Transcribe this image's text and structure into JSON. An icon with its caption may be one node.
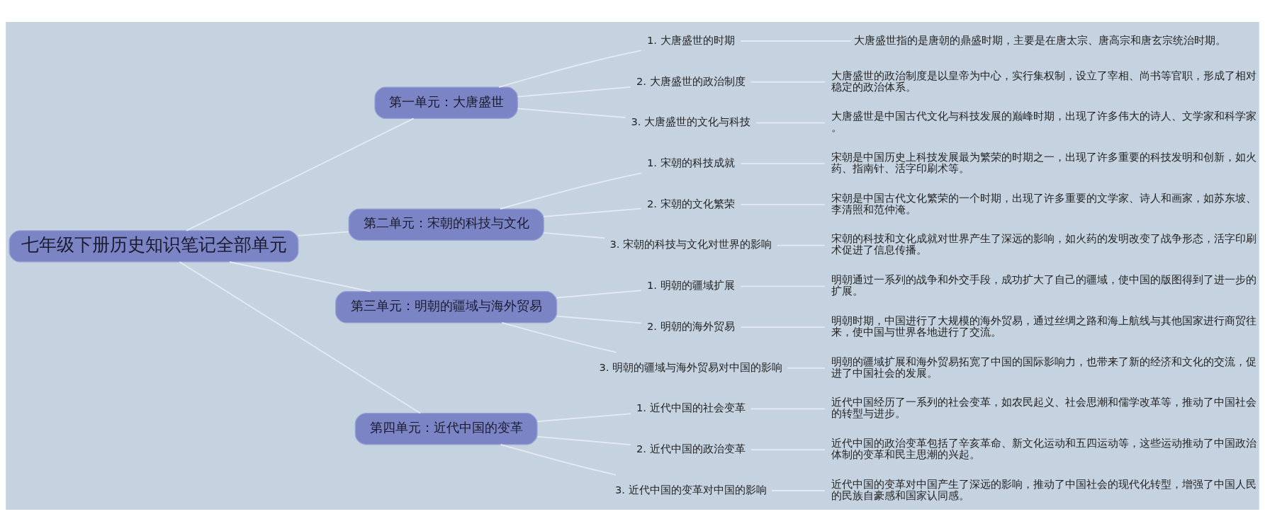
{
  "diagram": {
    "nodes": [
      {
        "text": [
          "七年级下册历史知识笔记全部单元"
        ]
      },
      {
        "text": [
          "第一单元：大唐盛世"
        ]
      },
      {
        "text": [
          "1. 大唐盛世的时期"
        ]
      },
      {
        "text": [
          "大唐盛世指的是唐朝的鼎盛时期，主要是在唐太宗、唐高宗和唐玄宗统治时期。"
        ]
      },
      {
        "text": [
          "2. 大唐盛世的政治制度"
        ]
      },
      {
        "text": [
          "大唐盛世的政治制度是以皇帝为中心，实行集权制，设立了宰相、尚书等官职，形成了相对稳定的政治体系。"
        ]
      },
      {
        "text": [
          "3. 大唐盛世的文化与科技"
        ]
      },
      {
        "text": [
          "大唐盛世是中国古代文化与科技发展的巅峰时期，出现了许多伟大的诗人、文学家和科学家。"
        ]
      },
      {
        "text": [
          "第二单元：宋朝的科技与文化"
        ]
      },
      {
        "text": [
          "1. 宋朝的科技成就"
        ]
      },
      {
        "text": [
          "宋朝是中国历史上科技发展最为繁荣的时期之一，出现了许多重要的科技发明和创新，如火药、指南针、活字印刷术等。"
        ]
      },
      {
        "text": [
          "2. 宋朝的文化繁荣"
        ]
      },
      {
        "text": [
          "宋朝是中国古代文化繁荣的一个时期，出现了许多重要的文学家、诗人和画家，如苏东坡、李清照和范仲淹。"
        ]
      },
      {
        "text": [
          "3. 宋朝的科技与文化对世界的影响"
        ]
      },
      {
        "text": [
          "宋朝的科技和文化成就对世界产生了深远的影响，如火药的发明改变了战争形态，活字印刷术促进了信息传播。"
        ]
      },
      {
        "text": [
          "第三单元：明朝的疆域与海外贸易"
        ]
      },
      {
        "text": [
          "1. 明朝的疆域扩展"
        ]
      },
      {
        "text": [
          "明朝通过一系列的战争和外交手段，成功扩大了自己的疆域，使中国的版图得到了进一步的扩展。"
        ]
      },
      {
        "text": [
          "2. 明朝的海外贸易"
        ]
      },
      {
        "text": [
          "明朝时期，中国进行了大规模的海外贸易，通过丝绸之路和海上航线与其他国家进行商贸往来，使中国与世界各地进行了交流。"
        ]
      },
      {
        "text": [
          "3. 明朝的疆域与海外贸易对中国的影响"
        ]
      },
      {
        "text": [
          "明朝的疆域扩展和海外贸易拓宽了中国的国际影响力，也带来了新的经济和文化的交流，促进了中国社会的发展。"
        ]
      },
      {
        "text": [
          "第四单元：近代中国的变革"
        ]
      },
      {
        "text": [
          "1. 近代中国的社会变革"
        ]
      },
      {
        "text": [
          "近代中国经历了一系列的社会变革，如农民起义、社会思潮和儒学改革等，推动了中国社会的转型与进步。"
        ]
      },
      {
        "text": [
          "2. 近代中国的政治变革"
        ]
      },
      {
        "text": [
          "近代中国的政治变革包括了辛亥革命、新文化运动和五四运动等，这些运动推动了中国政治体制的变革和民主思潮的兴起。"
        ]
      },
      {
        "text": [
          "3. 近代中国的变革对中国的影响"
        ]
      },
      {
        "text": [
          "近代中国的变革对中国产生了深远的影响，推动了中国社会的现代化转型，增强了中国人民的民族自豪感和国家认同感。"
        ]
      }
    ],
    "edges": [
      {
        "from": 0,
        "to": 1,
        "arrow": "none"
      },
      {
        "from": 1,
        "to": 2,
        "arrow": "none"
      },
      {
        "from": 2,
        "to": 3,
        "arrow": "none"
      },
      {
        "from": 1,
        "to": 4,
        "arrow": "none"
      },
      {
        "from": 4,
        "to": 5,
        "arrow": "none"
      },
      {
        "from": 1,
        "to": 6,
        "arrow": "none"
      },
      {
        "from": 6,
        "to": 7,
        "arrow": "none"
      },
      {
        "from": 0,
        "to": 8,
        "arrow": "none"
      },
      {
        "from": 8,
        "to": 9,
        "arrow": "none"
      },
      {
        "from": 9,
        "to": 10,
        "arrow": "none"
      },
      {
        "from": 8,
        "to": 11,
        "arrow": "none"
      },
      {
        "from": 11,
        "to": 12,
        "arrow": "none"
      },
      {
        "from": 8,
        "to": 13,
        "arrow": "none"
      },
      {
        "from": 13,
        "to": 14,
        "arrow": "none"
      },
      {
        "from": 0,
        "to": 15,
        "arrow": "none"
      },
      {
        "from": 15,
        "to": 16,
        "arrow": "none"
      },
      {
        "from": 16,
        "to": 17,
        "arrow": "none"
      },
      {
        "from": 15,
        "to": 18,
        "arrow": "none"
      },
      {
        "from": 18,
        "to": 19,
        "arrow": "none"
      },
      {
        "from": 15,
        "to": 20,
        "arrow": "none"
      },
      {
        "from": 20,
        "to": 21,
        "arrow": "none"
      },
      {
        "from": 0,
        "to": 22,
        "arrow": "none"
      },
      {
        "from": 22,
        "to": 23,
        "arrow": "none"
      },
      {
        "from": 23,
        "to": 24,
        "arrow": "none"
      },
      {
        "from": 22,
        "to": 25,
        "arrow": "none"
      },
      {
        "from": 25,
        "to": 26,
        "arrow": "none"
      },
      {
        "from": 22,
        "to": 27,
        "arrow": "none"
      },
      {
        "from": 27,
        "to": 28,
        "arrow": "none"
      }
    ]
  }
}
